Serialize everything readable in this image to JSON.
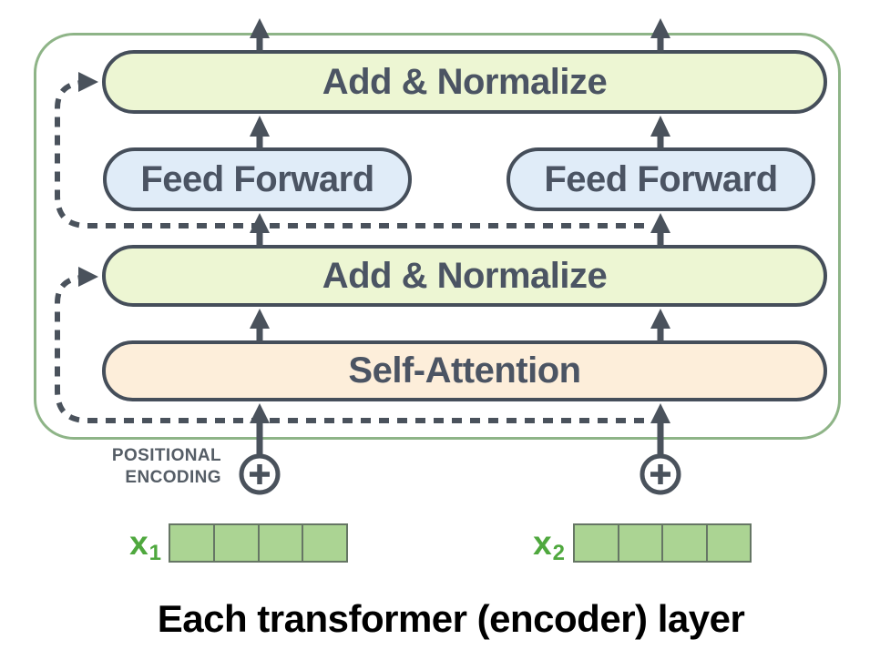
{
  "slide": {
    "caption": "Each transformer (encoder) layer"
  },
  "diagram": {
    "boxes": {
      "add_normalize_top": {
        "label": "Add & Normalize"
      },
      "feed_forward_left": {
        "label": "Feed Forward"
      },
      "feed_forward_right": {
        "label": "Feed Forward"
      },
      "add_normalize_middle": {
        "label": "Add & Normalize"
      },
      "self_attention": {
        "label": "Self-Attention"
      }
    },
    "positional_encoding": {
      "line1": "POSITIONAL",
      "line2": "ENCODING"
    },
    "inputs": [
      {
        "base": "x",
        "sub": "1",
        "cells": 4
      },
      {
        "base": "x",
        "sub": "2",
        "cells": 4
      }
    ],
    "icons": {
      "positional_add": "plus-circle"
    }
  },
  "colors": {
    "background": "#ffffff",
    "outline_green": "#8eb487",
    "box_border": "#454e5a",
    "box_text": "#4b5463",
    "add_normalize_fill": "#edf6d3",
    "feed_forward_fill": "#e0ecf8",
    "self_attention_fill": "#fdeeda",
    "arrow": "#4a525c",
    "pos_enc_text": "#555d66",
    "vector_fill": "#abd493",
    "vector_border": "#667665",
    "input_label_green": "#4fa83e",
    "caption_text": "#000000"
  }
}
